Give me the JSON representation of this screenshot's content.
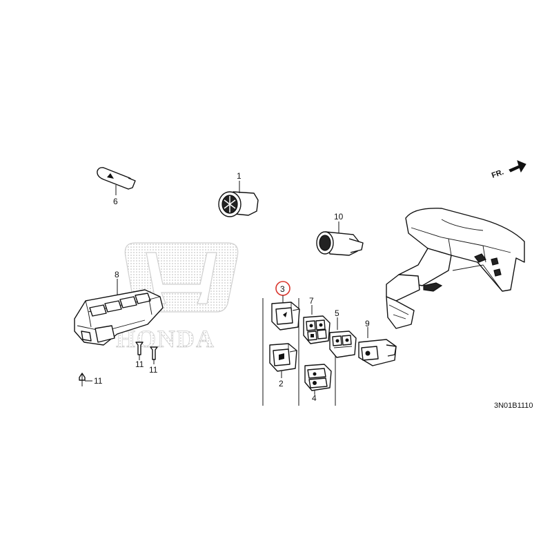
{
  "callouts": {
    "p1": "1",
    "p2": "2",
    "p3": "3",
    "p4": "4",
    "p5": "5",
    "p6": "6",
    "p7": "7",
    "p8": "8",
    "p9": "9",
    "p10": "10",
    "p11a": "11",
    "p11b": "11",
    "p11c": "11"
  },
  "direction_label": "FR.",
  "watermark_text": "HONDA",
  "diagram_code": "3N01B1110",
  "highlight_color": "#d9342b"
}
